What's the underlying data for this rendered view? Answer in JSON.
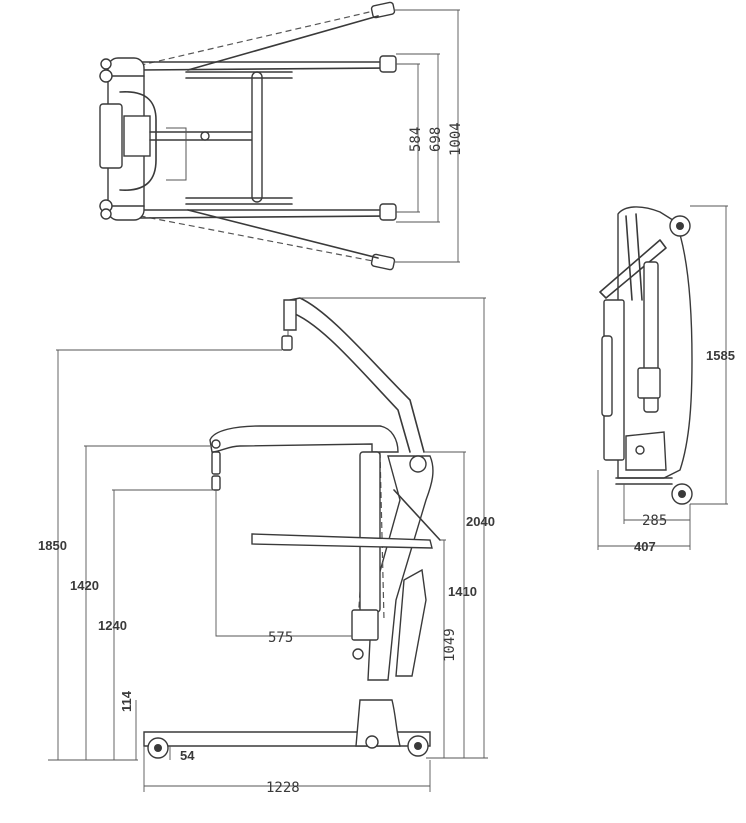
{
  "top_view": {
    "dimensions": [
      "584",
      "698",
      "1004"
    ]
  },
  "side_view": {
    "dimensions": [
      "1850",
      "1420",
      "1240",
      "114",
      "54",
      "575",
      "1228",
      "2040",
      "1410",
      "1049"
    ]
  },
  "folded_view": {
    "dimensions": [
      "1585",
      "285",
      "407"
    ]
  }
}
